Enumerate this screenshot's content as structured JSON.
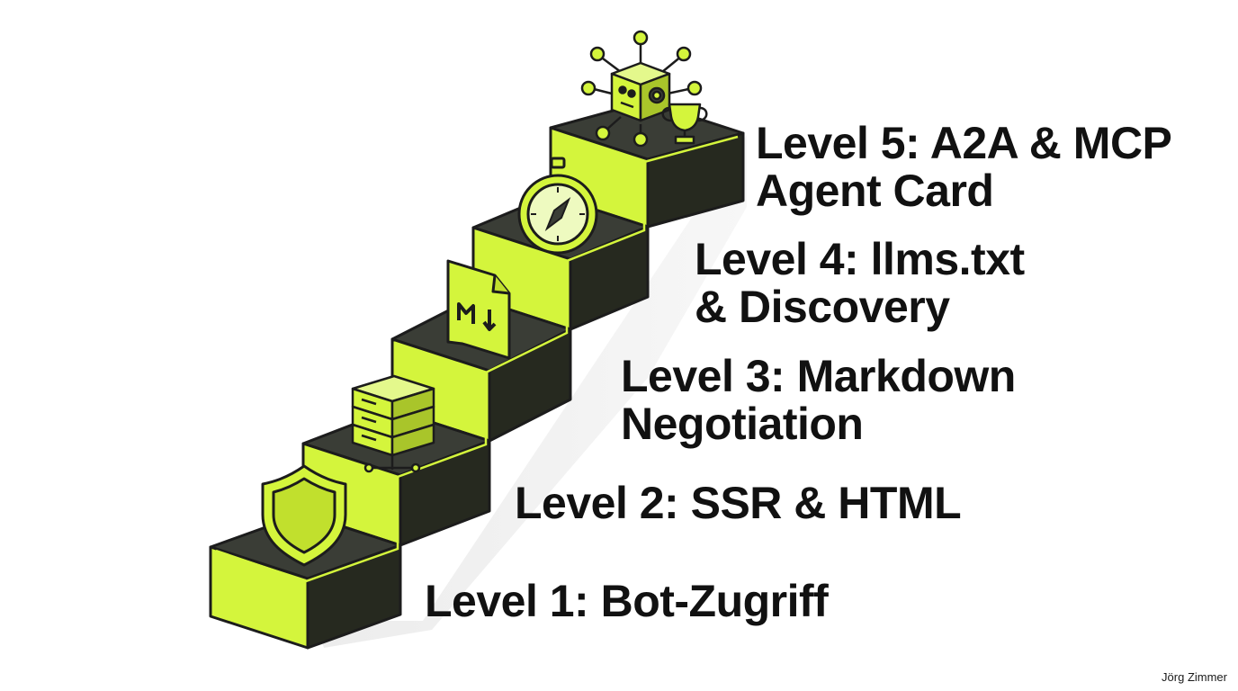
{
  "levels": [
    {
      "title_line1": "Level 1: Bot-Zugriff",
      "title_line2": "",
      "icon": "shield-icon"
    },
    {
      "title_line1": "Level 2: SSR & HTML",
      "title_line2": "",
      "icon": "server-stack-icon"
    },
    {
      "title_line1": "Level 3: Markdown",
      "title_line2": "Negotiation",
      "icon": "markdown-file-icon"
    },
    {
      "title_line1": "Level 4: llms.txt",
      "title_line2": "& Discovery",
      "icon": "compass-icon"
    },
    {
      "title_line1": "Level 5: A2A & MCP",
      "title_line2": "Agent Card",
      "icon": "robot-network-icon"
    }
  ],
  "extra_icons": [
    "trophy-icon"
  ],
  "author": "Jörg Zimmer",
  "colors": {
    "accent": "#d4f53c",
    "dark": "#3a3d36",
    "outline": "#1c1c1c",
    "shadow": "#e6e6e6",
    "text": "#111111",
    "background": "#ffffff"
  }
}
